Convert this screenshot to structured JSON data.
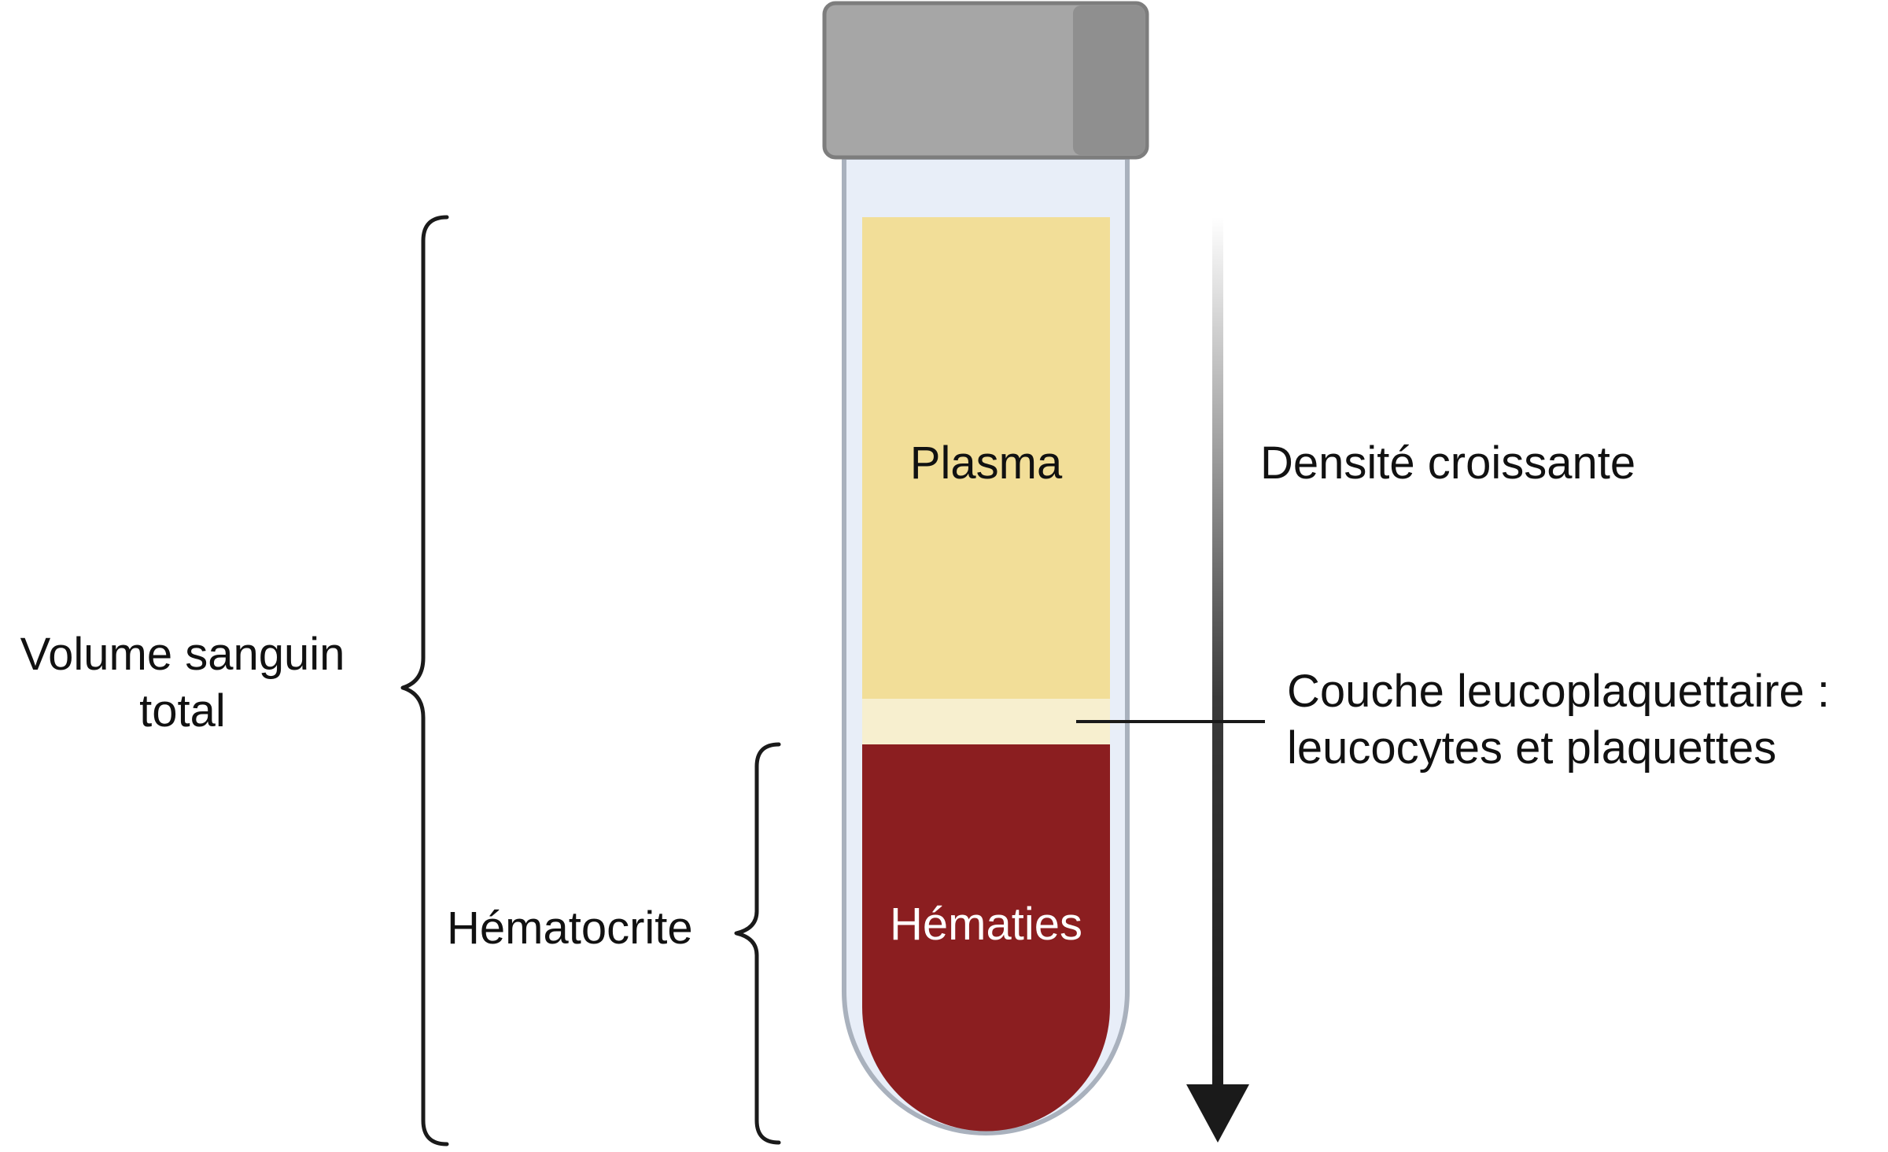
{
  "labels": {
    "plasma": "Plasma",
    "hematies": "Hématies",
    "densite": "Densité croissante",
    "couche_line1": "Couche leucoplaquettaire :",
    "couche_line2": "leucocytes et plaquettes",
    "volume_line1": "Volume sanguin",
    "volume_line2": "total",
    "hematocrite": "Hématocrite"
  },
  "colors": {
    "cap": "#a6a6a6",
    "cap_shadow": "#8f8f8f",
    "tube_glass": "#e8eef8",
    "tube_outline": "#a9b1bd",
    "plasma": "#f2de98",
    "buffy_coat": "#f7efcf",
    "hematies": "#8b1e20",
    "arrow": "#1a1a1a",
    "text": "#111111",
    "text_on_red": "#ffffff"
  }
}
